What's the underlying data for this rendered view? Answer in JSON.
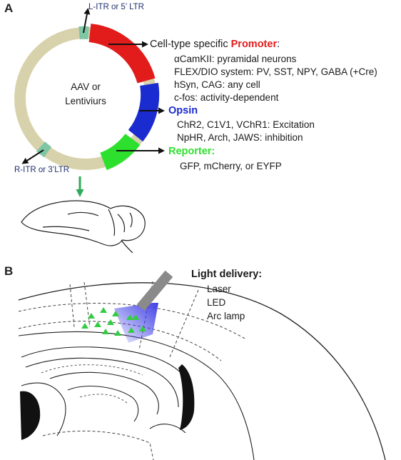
{
  "panel_a": {
    "label": "A",
    "center_text": [
      "AAV or",
      "Lentiviurs"
    ],
    "left_itr": "L-ITR or 5’ LTR",
    "right_itr": "R-ITR or 3’LTR",
    "promoter": {
      "prefix": "Cell-type specific ",
      "title": "Promoter",
      "suffix": ":",
      "color": "#e21b1b",
      "items": [
        "αCamKII: pyramidal neurons",
        "FLEX/DIO system: PV, SST, NPY, GABA (+Cre)",
        "hSyn, CAG: any cell",
        "c-fos: activity-dependent"
      ]
    },
    "opsin": {
      "title": "Opsin",
      "color": "#1a2bd0",
      "items": [
        "ChR2, C1V1, VChR1: Excitation",
        "NpHR, Arch, JAWS: inhibition"
      ]
    },
    "reporter": {
      "title": "Reporter:",
      "color": "#2ee02e",
      "items": [
        "GFP, mCherry, or EYFP"
      ]
    },
    "colors": {
      "ring": "#d8d2ac",
      "itr": "#7fc6a4",
      "injection_arrow": "#2faa5a"
    }
  },
  "panel_b": {
    "label": "B",
    "light_title": "Light delivery:",
    "light_items": [
      "Laser",
      "LED",
      "Arc lamp"
    ],
    "colors": {
      "light_cone": "#3f3fe6",
      "fiber": "#8a8a8a",
      "cells": "#33cc44"
    }
  }
}
